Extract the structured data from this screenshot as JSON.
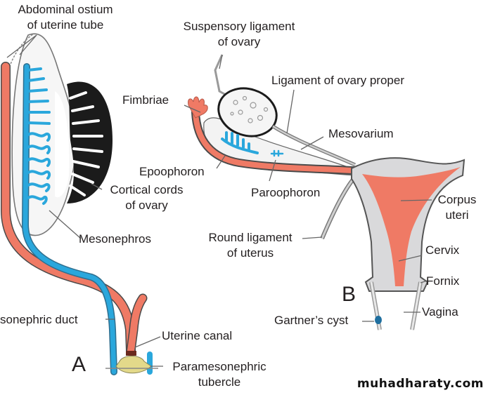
{
  "figure": {
    "panels": [
      {
        "id": "A",
        "letter": "A"
      },
      {
        "id": "B",
        "letter": "B"
      }
    ],
    "colors": {
      "paramesonephric": "#ef7a65",
      "mesonephric": "#2aa7dc",
      "ovary_cords": "#1a1a1a",
      "uterus_wall": "#d9d9db",
      "tubercle": "#e3d98a",
      "outline": "#555555"
    }
  },
  "labels": {
    "abdominal_ostium": [
      "Abdominal ostium",
      "of uterine tube"
    ],
    "suspensory_ligament": [
      "Suspensory ligament",
      "of ovary"
    ],
    "ligament_ovary_proper": "Ligament of ovary proper",
    "fimbriae": "Fimbriae",
    "mesovarium": "Mesovarium",
    "epoophoron": "Epoophoron",
    "cortical_cords": [
      "Cortical cords",
      "of ovary"
    ],
    "paroophoron": "Paroophoron",
    "corpus_uteri": [
      "Corpus",
      "uteri"
    ],
    "mesonephros": "Mesonephros",
    "round_ligament": [
      "Round ligament",
      "of uterus"
    ],
    "cervix": "Cervix",
    "fornix": "Fornix",
    "mesonephric_duct": "sonephric duct",
    "vagina": "Vagina",
    "gartners_cyst": "Gartner’s cyst",
    "uterine_canal": "Uterine canal",
    "paramesonephric_tubercle": [
      "Paramesonephric",
      "tubercle"
    ]
  },
  "watermark": "muhadharaty.com"
}
